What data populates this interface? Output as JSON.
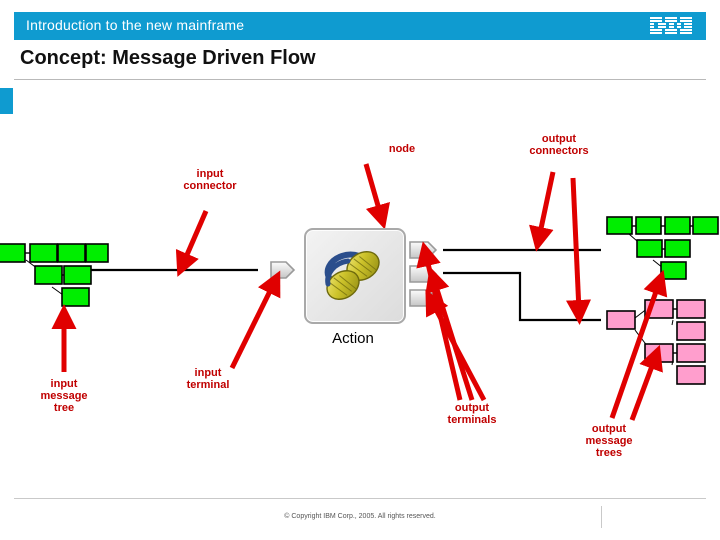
{
  "header": {
    "banner_text": "Introduction to the new mainframe",
    "logo_name": "IBM",
    "banner_color": "#0f9bd0"
  },
  "page_title": "Concept: Message Driven Flow",
  "footer": {
    "copyright": "© Copyright IBM Corp., 2005. All rights reserved."
  },
  "diagram": {
    "label_color": "#c00000",
    "node_label": "Action",
    "labels": [
      {
        "name": "input-connector",
        "text": "input\nconnector"
      },
      {
        "name": "node",
        "text": "node"
      },
      {
        "name": "output-connectors",
        "text": "output\nconnectors"
      },
      {
        "name": "input-message-tree",
        "text": "input\nmessage\ntree"
      },
      {
        "name": "input-terminal",
        "text": "input\nterminal"
      },
      {
        "name": "output-terminals",
        "text": "output\nterminals"
      },
      {
        "name": "output-message-trees",
        "text": "output\nmessage\ntrees"
      }
    ],
    "trees": [
      {
        "name": "input-message-tree",
        "color": "#00ee00",
        "nodes": 7
      },
      {
        "name": "output-message-tree-green",
        "color": "#00ee00",
        "nodes": 7
      },
      {
        "name": "output-message-tree-pink",
        "color": "#ff9ecd",
        "nodes": 7
      }
    ],
    "terminals": {
      "input_count": 1,
      "output_count": 3
    }
  }
}
